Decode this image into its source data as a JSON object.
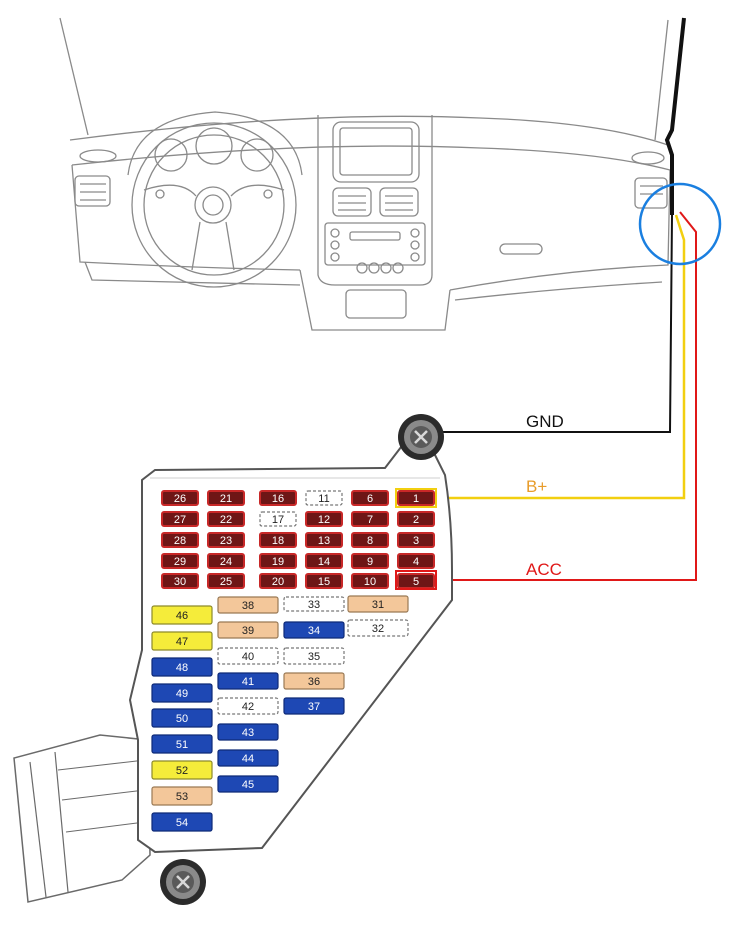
{
  "labels": {
    "gnd": "GND",
    "bplus": "B+",
    "acc": "ACC"
  },
  "colors": {
    "gnd": "#111111",
    "bplus": "#f2cf10",
    "bplus_text": "#e89c2a",
    "acc": "#e01818",
    "acc_text": "#e01818",
    "highlight": "#1a7fe0",
    "red_fuse": "#6e1616",
    "red_fuse_top": "#c82828",
    "yellow_fuse": "#f5ec3a",
    "tan_fuse": "#f3c79a",
    "blue_fuse": "#1e48b4",
    "white_fuse": "#ffffff"
  },
  "fuses": {
    "red_grid": [
      [
        "26",
        "21",
        "16",
        "11",
        "6",
        "1"
      ],
      [
        "27",
        "22",
        "17",
        "12",
        "7",
        "2"
      ],
      [
        "28",
        "23",
        "18",
        "13",
        "8",
        "3"
      ],
      [
        "29",
        "24",
        "19",
        "14",
        "9",
        "4"
      ],
      [
        "30",
        "25",
        "20",
        "15",
        "10",
        "5"
      ]
    ],
    "mid": {
      "f38": "38",
      "f39": "39",
      "f40": "40",
      "f41": "41",
      "f42": "42",
      "f33": "33",
      "f34": "34",
      "f35": "35",
      "f36": "36",
      "f37": "37",
      "f31": "31",
      "f32": "32",
      "f43": "43",
      "f44": "44",
      "f45": "45"
    },
    "left_column": [
      "46",
      "47",
      "48",
      "49",
      "50",
      "51",
      "52",
      "53",
      "54"
    ]
  }
}
